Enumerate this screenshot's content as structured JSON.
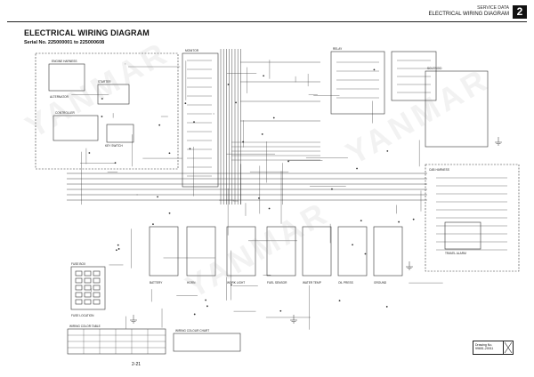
{
  "header": {
    "section_label": "SERVICE DATA",
    "section_title": "ELECTRICAL WIRING DIAGRAM",
    "section_number": "2"
  },
  "title": "ELECTRICAL WIRING DIAGRAM",
  "serial": "Serial No. 225000001 to 225000608",
  "page_number": "2-21",
  "drawing": {
    "label": "Drawing No.",
    "number": "99651-20011"
  },
  "watermark": "YANMAR",
  "labels": {
    "engine_harness": "ENGINE HARNESS",
    "fuse_box": "FUSE BOX",
    "fuse_location": "FUSE LOCATION",
    "starter": "STARTER",
    "alternator": "ALTERNATOR",
    "battery": "BATTERY",
    "horn": "HORN",
    "monitor": "MONITOR",
    "key_switch": "KEY SWITCH",
    "relay": "RELAY",
    "work_light": "WORK LIGHT",
    "solenoid": "SOLENOID",
    "fuel_sensor": "FUEL SENSOR",
    "water_temp": "WATER TEMP",
    "oil_press": "OIL PRESS",
    "controller": "CONTROLLER",
    "ground": "GROUND",
    "wiring_color": "WIRING COLOR TABLE",
    "wiring_legend": "WIRING COLOUR CHART",
    "cab_harness": "CAB HARNESS",
    "travel_alarm": "TRAVEL ALARM"
  }
}
